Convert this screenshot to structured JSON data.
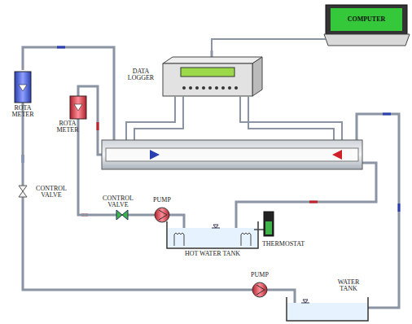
{
  "diagram": {
    "nodes": [
      {
        "text": [
          "COMPUTER"
        ]
      },
      {
        "text": [
          "DATA LOGGER"
        ]
      },
      {
        "text": [
          "ROTA METER"
        ]
      },
      {
        "text": [
          "ROTA METER"
        ]
      },
      {
        "text": [
          "CONTROL VALVE"
        ]
      },
      {
        "text": [
          "CONTROL VALVE"
        ]
      },
      {
        "text": [
          "PUMP"
        ]
      },
      {
        "text": [
          "HOT WATER TANK"
        ]
      },
      {
        "text": [
          "THERMOSTAT"
        ]
      },
      {
        "text": [
          "PUMP"
        ]
      },
      {
        "text": [
          "WATER TANK"
        ]
      }
    ],
    "edges": [
      {
        "from": 1,
        "to": 0,
        "arrow": "none"
      },
      {
        "from": 6,
        "to": 7,
        "arrow": "none"
      },
      {
        "from": 5,
        "to": 6,
        "arrow": "none"
      },
      {
        "from": 3,
        "to": 5,
        "arrow": "none"
      },
      {
        "from": 9,
        "to": 10,
        "arrow": "none"
      },
      {
        "from": 4,
        "to": 9,
        "arrow": "none"
      },
      {
        "from": 2,
        "to": 4,
        "arrow": "none"
      }
    ]
  }
}
